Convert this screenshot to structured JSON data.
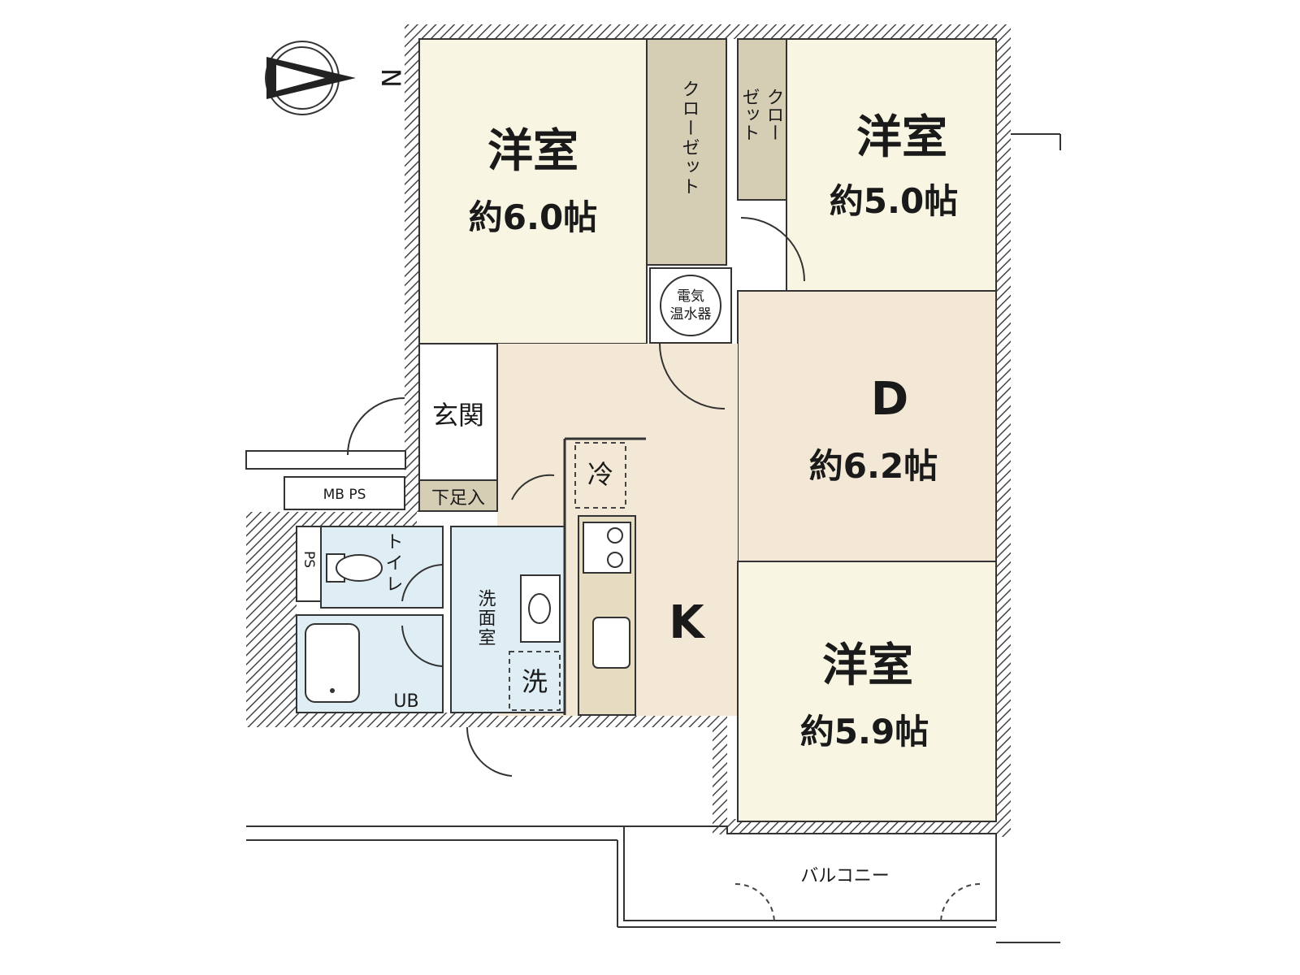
{
  "compass": {
    "label": "N"
  },
  "rooms": {
    "western_top_left": {
      "name": "洋室",
      "size": "約6.0帖"
    },
    "western_top_right": {
      "name": "洋室",
      "size": "約5.0帖"
    },
    "western_bottom_right": {
      "name": "洋室",
      "size": "約5.9帖"
    },
    "dining": {
      "name": "D",
      "size": "約6.2帖"
    },
    "kitchen": {
      "name": "K"
    }
  },
  "labels": {
    "closet_large": "クローゼット",
    "closet_small_col1": "ゼット",
    "closet_small_col2": "クロー",
    "water_heater_line1": "電気",
    "water_heater_line2": "温水器",
    "entrance": "玄関",
    "shoe_box": "下足入",
    "mb_ps": "MB PS",
    "ps": "PS",
    "toilet": "トイレ",
    "washroom": "洗面室",
    "unit_bath": "UB",
    "fridge": "冷",
    "washer": "洗",
    "balcony": "バルコニー"
  },
  "colors": {
    "western_room": "#f8f5e3",
    "ldk": "#f3e8d5",
    "closet": "#d6cdb5",
    "shoe_box": "#d6cdb5",
    "wet_area": "#dfeef4",
    "kitchen_counter": "#e6dcc2",
    "wall_hatch": "#555555"
  }
}
